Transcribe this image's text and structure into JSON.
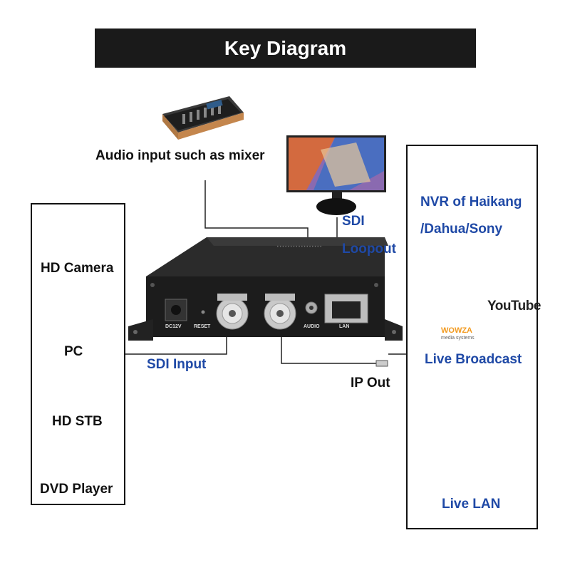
{
  "title": "Key Diagram",
  "labels": {
    "audio_input": "Audio input such as mixer",
    "sdi": "SDI",
    "loopout": "Loopout",
    "sdi_input": "SDI Input",
    "ip_out": "IP Out"
  },
  "device_ports": {
    "dc": "DC12V",
    "reset": "RESET",
    "audio": "AUDIO",
    "lan": "LAN"
  },
  "left_panel": {
    "items": [
      "HD Camera",
      "PC",
      "HD STB",
      "DVD Player"
    ]
  },
  "right_panel": {
    "nvr_line1": "NVR of Haikang",
    "nvr_line2": "/Dahua/Sony",
    "youtube": "YouTube",
    "wowza": "WOWZA",
    "wowza_sub": "media systems",
    "live_broadcast": "Live Broadcast",
    "live_lan": "Live LAN"
  },
  "colors": {
    "accent_blue": "#1f49a6",
    "facebook_blue": "#2a5aa6",
    "youtube_red": "#e52d27",
    "wowza_orange": "#f29a1f"
  }
}
